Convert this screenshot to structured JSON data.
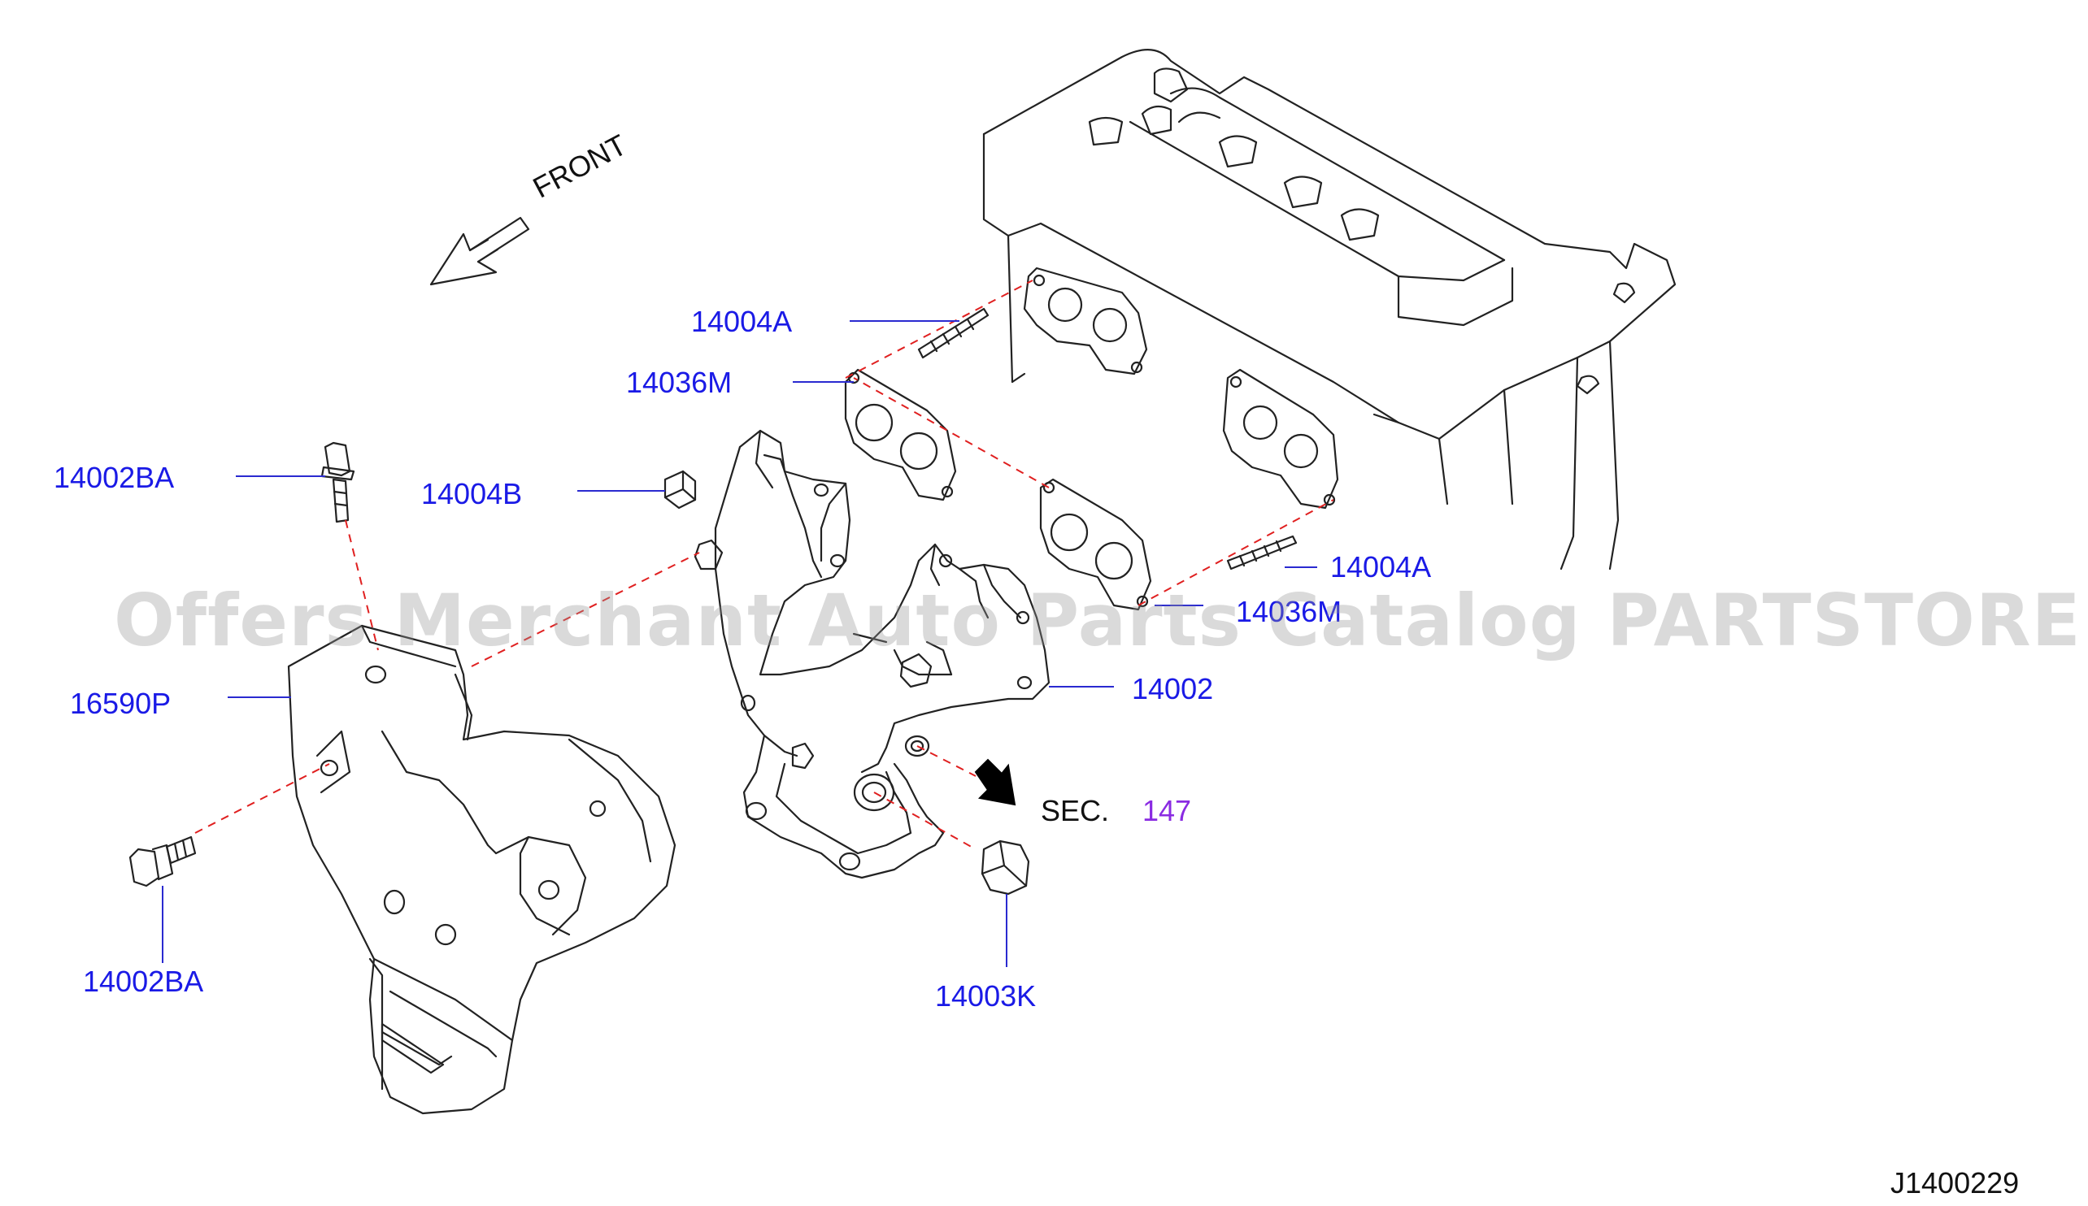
{
  "labels": {
    "front": "FRONT",
    "p14004A_top": "14004A",
    "p14036M_top": "14036M",
    "p14002BA_top": "14002BA",
    "p14004B": "14004B",
    "p14004A_right": "14004A",
    "p14036M_right": "14036M",
    "p16590P": "16590P",
    "p14002": "14002",
    "sec": "SEC.",
    "sec_num": "147",
    "p14002BA_bottom": "14002BA",
    "p14003K": "14003K",
    "diagram_id": "J1400229"
  },
  "watermark": "Offers Merchant Auto Parts Catalog PARTSTORE.SA",
  "colors": {
    "label_blue": "#1a1ae6",
    "sec_purple": "#8a2be2",
    "leader_blue": "#2a2ad0",
    "dash_red": "#e02020",
    "line_black": "#222222"
  }
}
